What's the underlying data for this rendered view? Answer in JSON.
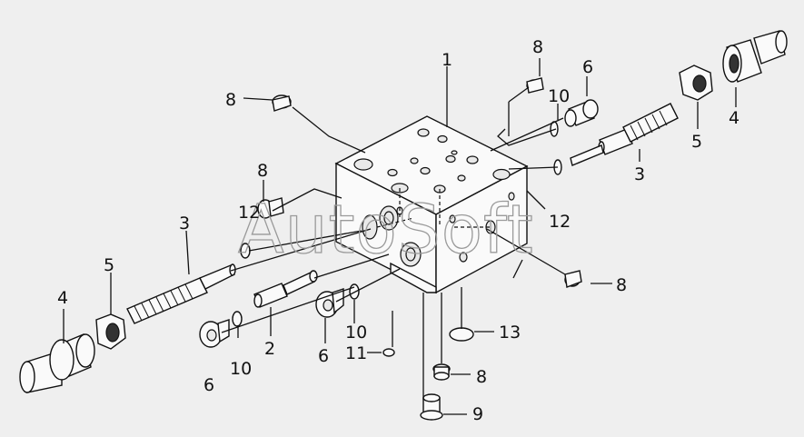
{
  "diagram": {
    "watermark": "AutoSoft",
    "callouts": {
      "c1": "1",
      "c2": "2",
      "c3_left": "3",
      "c3_right": "3",
      "c4_left": "4",
      "c4_right": "4",
      "c5_left": "5",
      "c5_right": "5",
      "c6_left": "6",
      "c6_mid": "6",
      "c6_top": "6",
      "c8_topleft": "8",
      "c8_top": "8",
      "c8_left": "8",
      "c8_right": "8",
      "c8_bottom": "8",
      "c9": "9",
      "c10_left": "10",
      "c10_mid": "10",
      "c10_top": "10",
      "c11": "11",
      "c12_left": "12",
      "c12_right": "12",
      "c13": "13"
    }
  }
}
